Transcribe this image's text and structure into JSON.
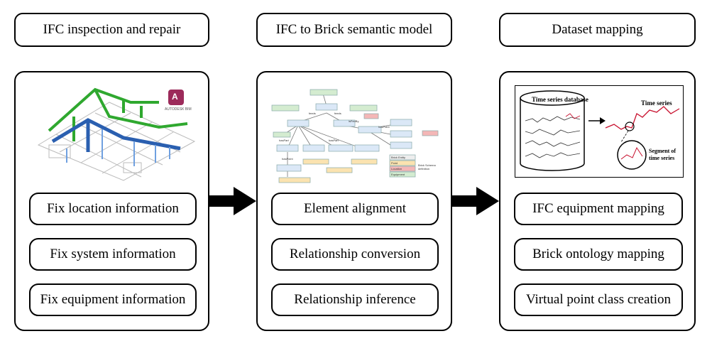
{
  "columns": [
    {
      "header": "IFC inspection and repair",
      "items": [
        "Fix location information",
        "Fix system information",
        "Fix equipment information"
      ],
      "figure": {
        "logo_text": "A",
        "logo_caption": "AUTODESK BIM",
        "logo_color": "#9c2a5a"
      }
    },
    {
      "header": "IFC to Brick semantic model",
      "items": [
        "Element alignment",
        "Relationship conversion",
        "Relationship inference"
      ],
      "figure": {
        "legend_title": "Brick Entity",
        "legend_items": [
          "Point",
          "Location",
          "Equipment"
        ],
        "legend_caption": "Brick Schema definition",
        "edge_labels": [
          "feeds",
          "feeds",
          "hasPart",
          "hasPart",
          "hasPoint",
          "hasPoint",
          "isFedBy"
        ]
      }
    },
    {
      "header": "Dataset mapping",
      "items": [
        "IFC equipment mapping",
        "Brick ontology mapping",
        "Virtual point class creation"
      ],
      "figure": {
        "db_label": "Time series database",
        "ts_label": "Time series",
        "segment_label_1": "Segment of",
        "segment_label_2": "time series"
      }
    }
  ],
  "colors": {
    "pipe_green": "#2fa82f",
    "pipe_blue": "#2a5fb0",
    "ts_red": "#c8102e",
    "accent": "#000000"
  }
}
